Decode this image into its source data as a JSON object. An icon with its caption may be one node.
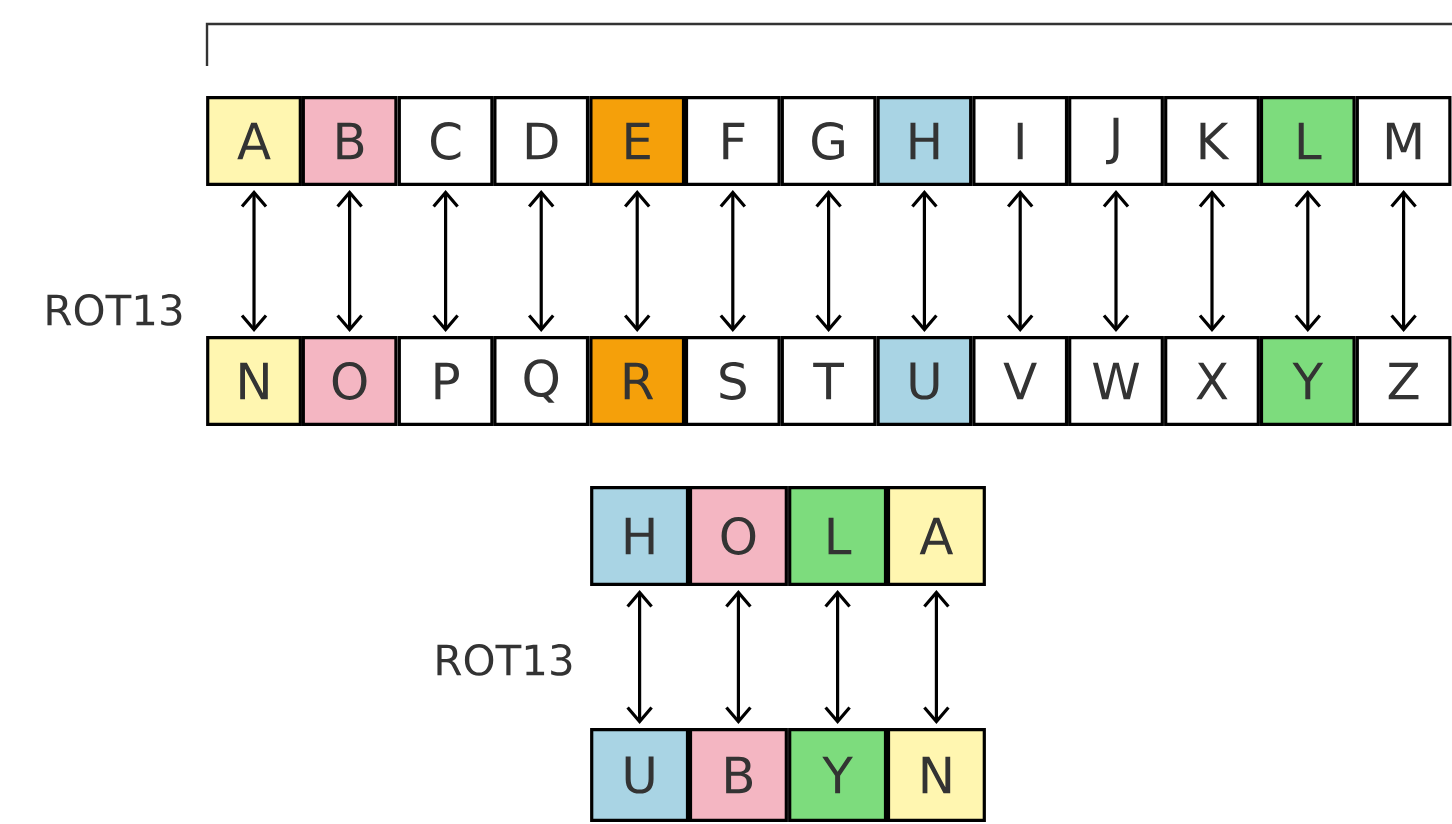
{
  "diagram": {
    "nodes": [
      {
        "text": [
          "A"
        ]
      },
      {
        "text": [
          "B"
        ]
      },
      {
        "text": [
          "C"
        ]
      },
      {
        "text": [
          "D"
        ]
      },
      {
        "text": [
          "E"
        ]
      },
      {
        "text": [
          "F"
        ]
      },
      {
        "text": [
          "G"
        ]
      },
      {
        "text": [
          "H"
        ]
      },
      {
        "text": [
          "I"
        ]
      },
      {
        "text": [
          "J"
        ]
      },
      {
        "text": [
          "K"
        ]
      },
      {
        "text": [
          "L"
        ]
      },
      {
        "text": [
          "M"
        ]
      },
      {
        "text": [
          "N"
        ]
      },
      {
        "text": [
          "O"
        ]
      },
      {
        "text": [
          "P"
        ]
      },
      {
        "text": [
          "Q"
        ]
      },
      {
        "text": [
          "R"
        ]
      },
      {
        "text": [
          "S"
        ]
      },
      {
        "text": [
          "T"
        ]
      },
      {
        "text": [
          "U"
        ]
      },
      {
        "text": [
          "V"
        ]
      },
      {
        "text": [
          "W"
        ]
      },
      {
        "text": [
          "X"
        ]
      },
      {
        "text": [
          "Y"
        ]
      },
      {
        "text": [
          "Z"
        ]
      },
      {
        "text": [
          "H"
        ]
      },
      {
        "text": [
          "O"
        ]
      },
      {
        "text": [
          "L"
        ]
      },
      {
        "text": [
          "A"
        ]
      },
      {
        "text": [
          "U"
        ]
      },
      {
        "text": [
          "B"
        ]
      },
      {
        "text": [
          "Y"
        ]
      },
      {
        "text": [
          "N"
        ]
      }
    ],
    "edges": [
      {
        "from": 0,
        "to": 13,
        "arrow": "both"
      },
      {
        "from": 1,
        "to": 14,
        "arrow": "both"
      },
      {
        "from": 2,
        "to": 15,
        "arrow": "both"
      },
      {
        "from": 3,
        "to": 16,
        "arrow": "both"
      },
      {
        "from": 4,
        "to": 17,
        "arrow": "both"
      },
      {
        "from": 5,
        "to": 18,
        "arrow": "both"
      },
      {
        "from": 6,
        "to": 19,
        "arrow": "both"
      },
      {
        "from": 7,
        "to": 20,
        "arrow": "both"
      },
      {
        "from": 8,
        "to": 21,
        "arrow": "both"
      },
      {
        "from": 9,
        "to": 22,
        "arrow": "both"
      },
      {
        "from": 10,
        "to": 23,
        "arrow": "both"
      },
      {
        "from": 11,
        "to": 24,
        "arrow": "both"
      },
      {
        "from": 12,
        "to": 25,
        "arrow": "both"
      },
      {
        "from": 26,
        "to": 30,
        "arrow": "both"
      },
      {
        "from": 27,
        "to": 31,
        "arrow": "both"
      },
      {
        "from": 28,
        "to": 32,
        "arrow": "both"
      },
      {
        "from": 29,
        "to": 33,
        "arrow": "both"
      }
    ],
    "labels": [
      "ROT13",
      "ROT13"
    ]
  }
}
